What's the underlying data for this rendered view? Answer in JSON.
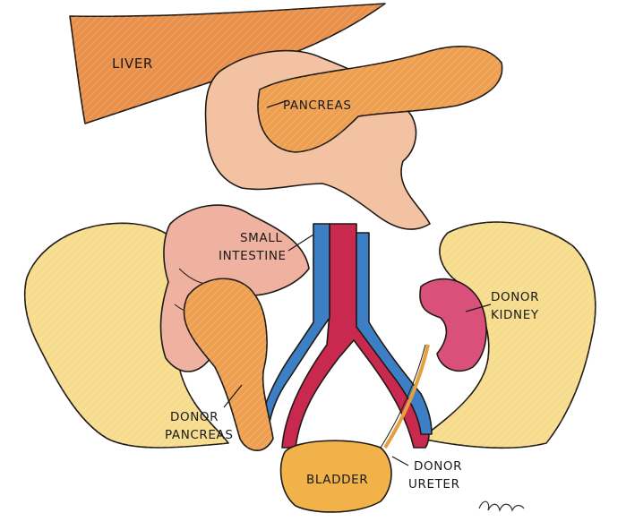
{
  "figure": {
    "colors": {
      "liver": "#e9904a",
      "pancreas": "#eea050",
      "intestine": "#f2c2a2",
      "bone": "#f6dc8c",
      "artery": "#c9284f",
      "vein": "#3d7fc4",
      "kidney": "#d9507a",
      "ureter": "#e3a040",
      "bladder": "#f2b24a"
    },
    "labels": {
      "liver": "LIVER",
      "pancreas": "PANCREAS",
      "small_intestine_line1": "SMALL",
      "small_intestine_line2": "INTESTINE",
      "donor_kidney_line1": "DONOR",
      "donor_kidney_line2": "KIDNEY",
      "donor_pancreas_line1": "DONOR",
      "donor_pancreas_line2": "PANCREAS",
      "bladder": "BLADDER",
      "donor_ureter_line1": "DONOR",
      "donor_ureter_line2": "URETER"
    }
  }
}
